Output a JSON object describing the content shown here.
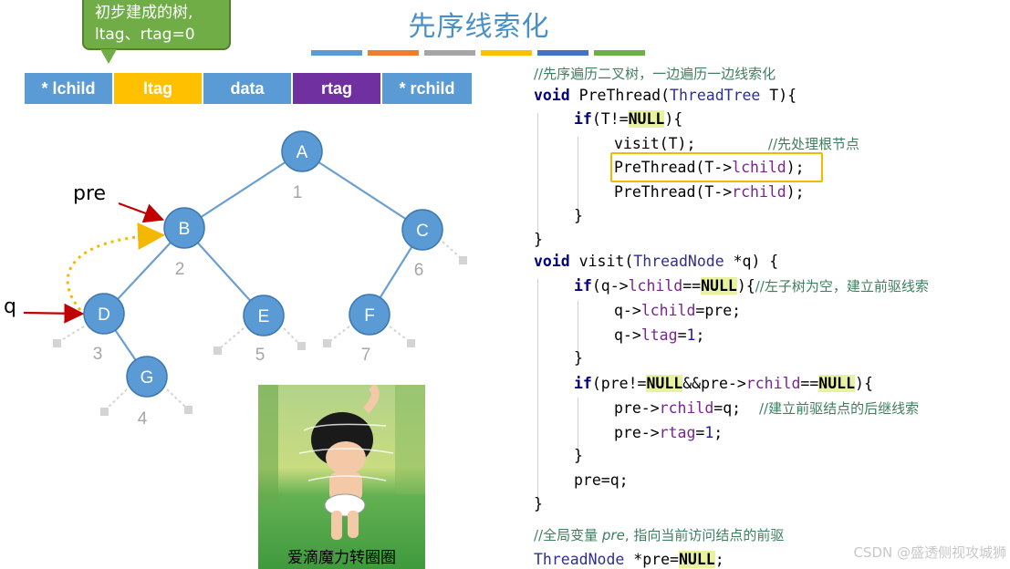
{
  "title": "先序线索化",
  "callout": {
    "line1": "初步建成的树,",
    "line2": "ltag、rtag=0"
  },
  "strip_colors": [
    "#5b9bd5",
    "#ed7d31",
    "#a5a5a5",
    "#ffc000",
    "#4472c4",
    "#70ad47"
  ],
  "struct_fields": [
    {
      "label": "* lchild",
      "color": "#5b9bd5"
    },
    {
      "label": "ltag",
      "color": "#ffc000"
    },
    {
      "label": "data",
      "color": "#5b9bd5"
    },
    {
      "label": "rtag",
      "color": "#7030a0"
    },
    {
      "label": "* rchild",
      "color": "#5b9bd5"
    }
  ],
  "tree": {
    "nodes": [
      {
        "id": "A",
        "order": "1"
      },
      {
        "id": "B",
        "order": "2"
      },
      {
        "id": "C",
        "order": "6"
      },
      {
        "id": "D",
        "order": "3"
      },
      {
        "id": "E",
        "order": "5"
      },
      {
        "id": "F",
        "order": "7"
      },
      {
        "id": "G",
        "order": "4"
      }
    ],
    "node_color": "#5b9bd5",
    "edge_color": "#6a9fd0",
    "pointer_pre": "pre",
    "pointer_q": "q"
  },
  "gif_caption": "爱滴魔力转圈圈",
  "code": {
    "comment_top": "//先序遍历二叉树，一边遍历一边线索化",
    "l1_kw": "void",
    "l1_name": " PreThread(",
    "l1_type": "ThreadTree",
    "l1_rest": " T){",
    "l2_kw": "if",
    "l2_a": "(T!=",
    "l2_null": "NULL",
    "l2_b": "){",
    "l3_code": "visit(T);",
    "l3_comment": "//先处理根节点",
    "l4_a": "PreThread(T->",
    "l4_fld": "lchild",
    "l4_b": ");",
    "l5_a": "PreThread(T->",
    "l5_fld": "rchild",
    "l5_b": ");",
    "l6": "}",
    "l7": "}",
    "l8_kw": "void",
    "l8_name": " visit(",
    "l8_type": "ThreadNode",
    "l8_rest": " *q) {",
    "l9_kw": "if",
    "l9_a": "(q->",
    "l9_fld": "lchild",
    "l9_b": "==",
    "l9_null": "NULL",
    "l9_c": "){",
    "l9_comment": "//左子树为空，建立前驱线索",
    "l10_a": "q->",
    "l10_fld": "lchild",
    "l10_b": "=pre;",
    "l11_a": "q->",
    "l11_fld": "ltag",
    "l11_b": "=",
    "l11_num": "1",
    "l11_c": ";",
    "l12": "}",
    "l13_kw": "if",
    "l13_a": "(pre!=",
    "l13_null": "NULL",
    "l13_b": "&&pre->",
    "l13_fld": "rchild",
    "l13_c": "==",
    "l13_null2": "NULL",
    "l13_d": "){",
    "l14_a": "pre->",
    "l14_fld": "rchild",
    "l14_b": "=q;",
    "l14_comment": "//建立前驱结点的后继线索",
    "l15_a": "pre->",
    "l15_fld": "rtag",
    "l15_b": "=",
    "l15_num": "1",
    "l15_c": ";",
    "l16": "}",
    "l17": "pre=q;",
    "l18": "}",
    "comment_global_a": "//全局变量 ",
    "comment_global_var": "pre",
    "comment_global_b": ", 指向当前访问结点的前驱",
    "l19_type": "ThreadNode",
    "l19_a": " *pre=",
    "l19_null": "NULL",
    "l19_b": ";"
  },
  "watermark": "CSDN @盛透侧视攻城狮"
}
